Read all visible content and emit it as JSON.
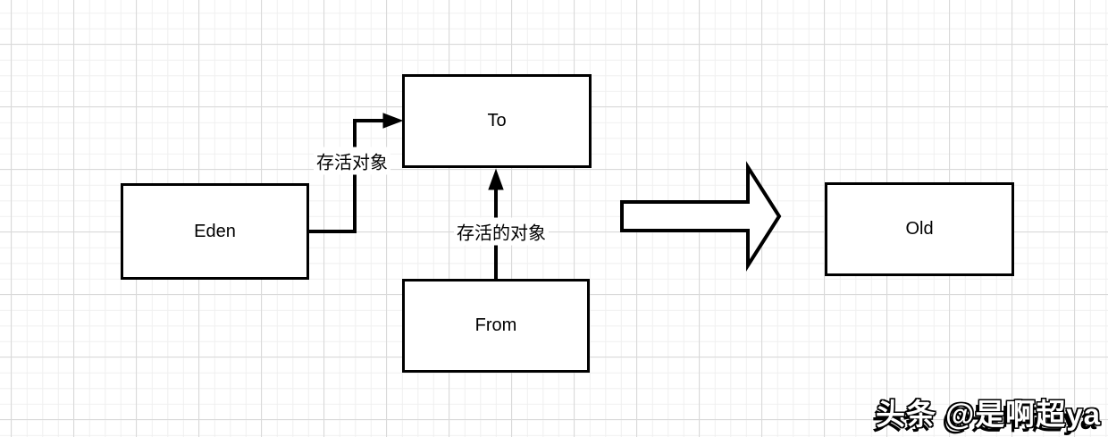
{
  "diagram": {
    "boxes": [
      {
        "id": "eden",
        "label": "Eden"
      },
      {
        "id": "to",
        "label": "To"
      },
      {
        "id": "from",
        "label": "From"
      },
      {
        "id": "old",
        "label": "Old"
      }
    ],
    "edges": [
      {
        "from": "Eden",
        "to": "To",
        "label": "存活对象"
      },
      {
        "from": "From",
        "to": "To",
        "label": "存活的对象"
      }
    ],
    "big_arrow": {
      "direction": "right",
      "from_group": "Eden/To/From",
      "to": "Old"
    },
    "colors": {
      "line": "#000000",
      "box_fill": "#ffffff",
      "background": "#ffffff",
      "grid_minor": "#f0f0f0",
      "grid_major": "#d9d9d9"
    }
  },
  "watermark": {
    "text": "头条 @是啊超ya"
  }
}
